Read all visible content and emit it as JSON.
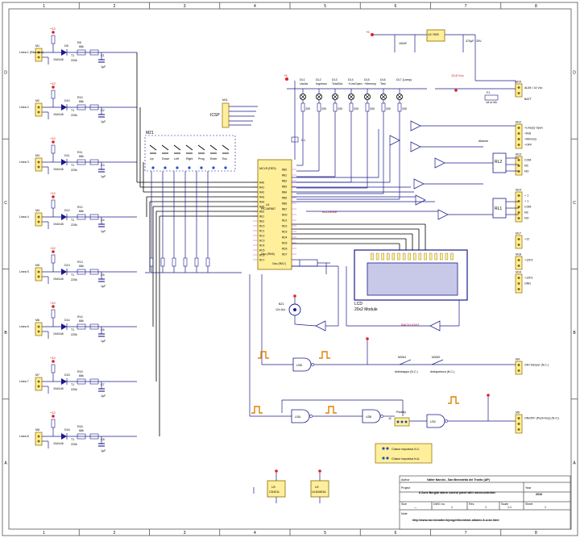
{
  "frame": {
    "cols": [
      "1",
      "2",
      "3",
      "4",
      "5",
      "6",
      "7",
      "8"
    ],
    "rows": [
      "D",
      "C",
      "B",
      "A"
    ]
  },
  "ic": {
    "mcu_ref": "U1",
    "mcu_part": "PIC16F887",
    "mcu_pins_left": [
      "RA0",
      "RA1",
      "RA2",
      "RA3",
      "RA4",
      "RA5",
      "RE0",
      "RE1",
      "RE2",
      "RC0",
      "RC1",
      "RC2",
      "RC3",
      "RC4",
      "RC5",
      "RC6",
      "RC7"
    ],
    "mcu_pins_right": [
      "RB0",
      "RB1",
      "RB2",
      "RB3",
      "RB4",
      "RB5",
      "RB6",
      "RB7",
      "RD0",
      "RD1",
      "RD2",
      "RD3",
      "RD4",
      "RD5",
      "RD6",
      "RD7"
    ],
    "mcu_top": "MCLR (RE3)",
    "mcu_osc1": "Osc (RA6)",
    "mcu_osc2": "Osc (RA7)",
    "lcd_ref": "LCD",
    "lcd_sub": "20x2 Module",
    "u3_ref": "U3",
    "u3_part": "CD4011",
    "u2_ref": "U2",
    "u2_part": "ULN2803A",
    "reg_ref": "U4 7805",
    "u3a": "U3A",
    "u3b": "U3B",
    "u3c": "U3C",
    "u3d": "U3D"
  },
  "inputs": [
    {
      "line": "Linea 1 (Ritardata)",
      "conn": "M1",
      "d": "D8",
      "r": "R8",
      "c": "C1"
    },
    {
      "line": "Linea 2",
      "conn": "M2",
      "d": "D10",
      "r": "R10",
      "c": "C2"
    },
    {
      "line": "Linea 3",
      "conn": "M3",
      "d": "D11",
      "r": "R11",
      "c": "C3"
    },
    {
      "line": "Linea 4",
      "conn": "M4",
      "d": "D12",
      "r": "R12",
      "c": "C4"
    },
    {
      "line": "Linea 5",
      "conn": "M5",
      "d": "D13",
      "r": "R13",
      "c": "C5"
    },
    {
      "line": "Linea 6",
      "conn": "M6",
      "d": "D14",
      "r": "R14",
      "c": "C6"
    },
    {
      "line": "Linea 7",
      "conn": "M7",
      "d": "D15",
      "r": "R15",
      "c": "C7"
    },
    {
      "line": "Linea 8",
      "conn": "M8",
      "d": "D16",
      "r": "R16",
      "c": "C8"
    }
  ],
  "input_parts": {
    "diode": "1N4148",
    "r1": "68k",
    "r2": "220k",
    "cap": "1µF",
    "opto": "T1"
  },
  "leds": {
    "names": [
      "DL1",
      "DL2",
      "DL3",
      "DL4",
      "DL5",
      "DL6",
      "DL7 (Lamp)"
    ],
    "desc": [
      "Uscita",
      "Ingresso",
      "TotalOut",
      "+LineOpen",
      "+Memory",
      "Test",
      ""
    ],
    "res": [
      "330",
      "330",
      "330",
      "330",
      "330",
      "330",
      "330"
    ]
  },
  "buttons": {
    "labels": [
      "Up",
      "Down",
      "Left",
      "Right",
      "Prog",
      "Enter",
      "Esc"
    ],
    "conn": "M21",
    "icsp": "ICSP",
    "icsp_conn": "M11"
  },
  "outputs_right": [
    {
      "conn": "M15",
      "label": "ALIM / 14 Vcc"
    },
    {
      "conn": "M12",
      "labels": [
        "+Line(s) Open",
        "+INS",
        "+Memory",
        "+OFF"
      ]
    },
    {
      "conn": "M13",
      "labels": [
        "COM",
        "NC",
        "NO"
      ]
    },
    {
      "conn": "M14",
      "labels": [
        "+ 1",
        "+ 1",
        "COM",
        "NC",
        "NO"
      ]
    },
    {
      "conn": "M17",
      "labels": [
        "+12"
      ]
    },
    {
      "conn": "M18",
      "labels": [
        "+12F3"
      ]
    },
    {
      "conn": "M19",
      "labels": [
        "+12F3",
        "GND"
      ]
    },
    {
      "conn": "M4",
      "labels": [
        "24H Tamper (N.C.)"
      ]
    },
    {
      "conn": "M5",
      "labels": [
        "ON/OFF (Push-Key) (N.O.)"
      ]
    }
  ],
  "misc": {
    "rl1": "RL1",
    "rl2": "RL2",
    "sirena": "Sirena",
    "allarme": "Allarme",
    "buzzer": "12v Act.",
    "bz": "BZ1",
    "sirena_tamper": "Antistrappo (N.C.)",
    "sirena_tamper2": "Antiapertura (N.C.)",
    "tamper_a": "M3W1",
    "tamper_b": "M3W2",
    "polarity": "Polarity",
    "polarity_ref": "J2",
    "legend1": "Chiave impulsiva N.C.",
    "legend2": "Chiave impulsiva N.A.",
    "vcc12": "+12",
    "vcc5": "+5",
    "vcc13": "13.8 Vcc",
    "backlight": "BACKLIGHT",
    "allarme_net": "ALLARME",
    "fuse": "F1",
    "fuse_val": "1A or 6A",
    "batt": "BATT",
    "cap_main": "470µF / 25V",
    "cap_100": "100nF",
    "c_220": "0.1"
  },
  "title_block": {
    "author_label": "Author",
    "author": "Valter Narcisi - San Benedetto del Tronto (AP)",
    "project_label": "Project",
    "project": "8 Zone Burglar alarm control panel with microcontroller",
    "year_label": "Year",
    "year": "2016",
    "size_label": "Size",
    "size": "---",
    "dwg_label": "DWG no.",
    "dwg": "1",
    "rev_label": "Rev.",
    "rev": "1",
    "scale_label": "Scale",
    "scale": "1:1",
    "sheet_label": "Sheet",
    "sheet": "1",
    "note_label": "Note",
    "url": "http://www.narcisivalter.it/progetti/centrale-allarme-8-zone.html"
  }
}
